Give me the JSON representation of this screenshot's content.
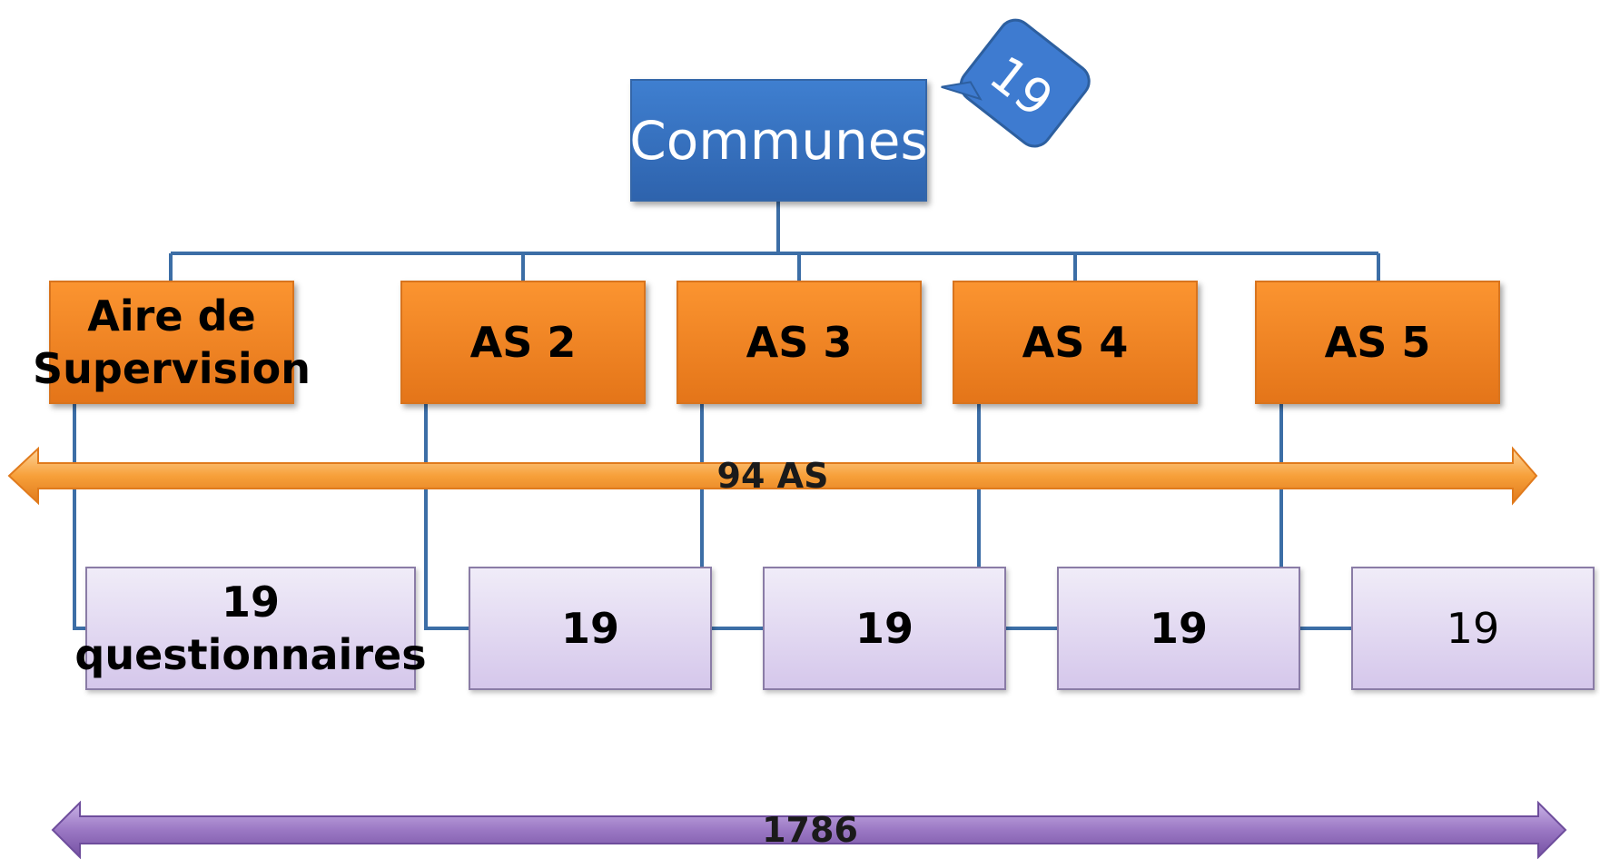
{
  "root": {
    "label": "Communes"
  },
  "callout": {
    "label": "19"
  },
  "areas": [
    {
      "label": "Aire de Supervision"
    },
    {
      "label": "AS 2"
    },
    {
      "label": "AS 3"
    },
    {
      "label": "AS 4"
    },
    {
      "label": "AS 5"
    }
  ],
  "questionnaires": [
    {
      "label": "19 questionnaires"
    },
    {
      "label": "19"
    },
    {
      "label": "19"
    },
    {
      "label": "19"
    },
    {
      "label": "19"
    }
  ],
  "arrows": {
    "areas_total": "94 AS",
    "questionnaires_total": "1786"
  },
  "colors": {
    "root_blue": "#3a74c4",
    "area_orange": "#f58a27",
    "questionnaire_purple": "#ddd2f0",
    "connector": "#3c6ea6",
    "arrow_orange": "#f7a03a",
    "arrow_purple": "#8e69b8"
  }
}
